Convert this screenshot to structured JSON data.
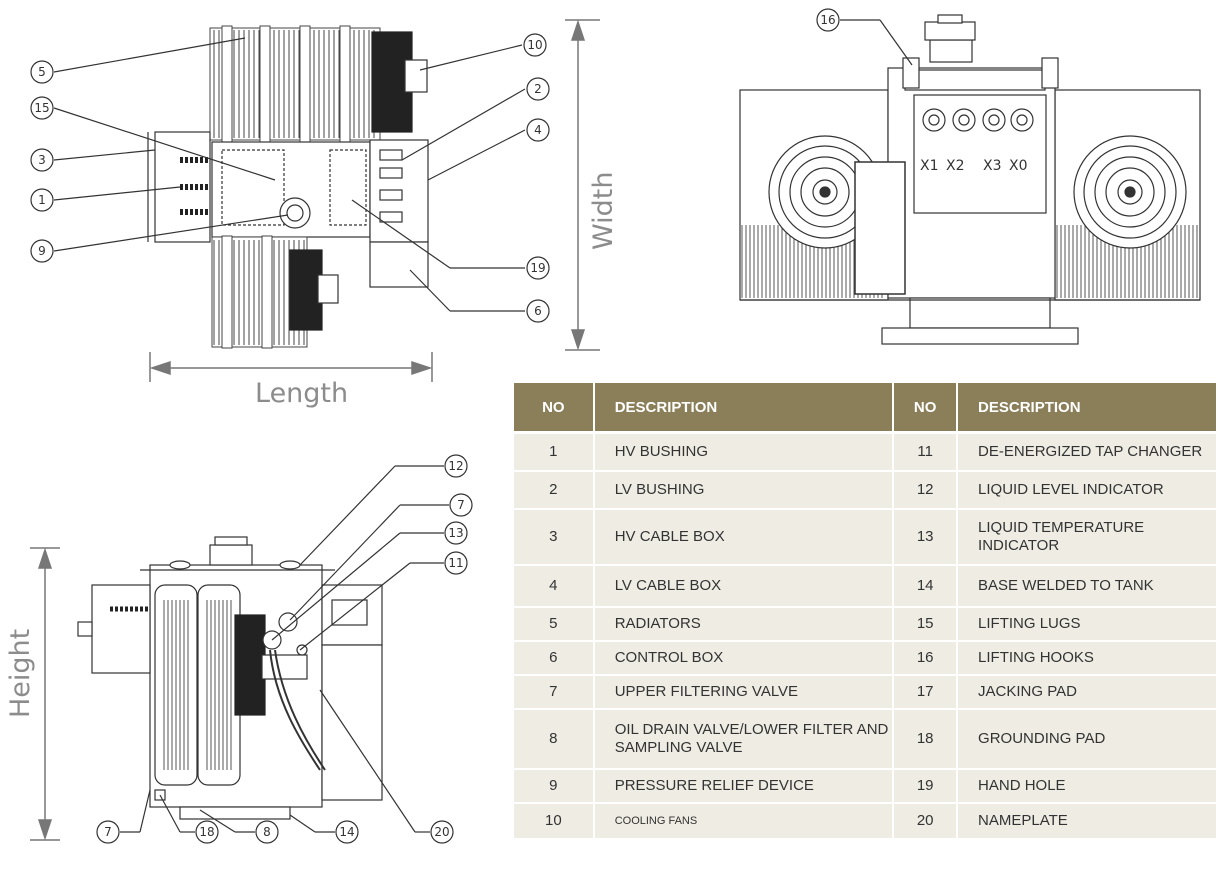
{
  "dimensions": {
    "length": "Length",
    "width": "Width",
    "height": "Height"
  },
  "terminal_labels": [
    "X1",
    "X2",
    "X3",
    "X0"
  ],
  "callouts": {
    "top_view": [
      "5",
      "15",
      "3",
      "1",
      "9",
      "10",
      "2",
      "4",
      "19",
      "6"
    ],
    "side_view": [
      "16"
    ],
    "front_view": [
      "12",
      "7",
      "13",
      "11",
      "7",
      "18",
      "8",
      "14",
      "20"
    ]
  },
  "table": {
    "header": {
      "no": "NO",
      "description": "DESCRIPTION"
    },
    "header_color": "#8b7f5a",
    "row_color": "#efece4",
    "rows": [
      {
        "no1": "1",
        "desc1": "HV BUSHING",
        "no2": "11",
        "desc2": "DE-ENERGIZED TAP CHANGER"
      },
      {
        "no1": "2",
        "desc1": "LV BUSHING",
        "no2": "12",
        "desc2": "LIQUID LEVEL INDICATOR"
      },
      {
        "no1": "3",
        "desc1": "HV CABLE BOX",
        "no2": "13",
        "desc2": "LIQUID TEMPERATURE INDICATOR"
      },
      {
        "no1": "4",
        "desc1": "LV CABLE BOX",
        "no2": "14",
        "desc2": "BASE WELDED TO TANK"
      },
      {
        "no1": "5",
        "desc1": "RADIATORS",
        "no2": "15",
        "desc2": "LIFTING LUGS"
      },
      {
        "no1": "6",
        "desc1": "CONTROL BOX",
        "no2": "16",
        "desc2": "LIFTING HOOKS"
      },
      {
        "no1": "7",
        "desc1": "UPPER FILTERING VALVE",
        "no2": "17",
        "desc2": "JACKING PAD"
      },
      {
        "no1": "8",
        "desc1": "OIL DRAIN VALVE/LOWER FILTER AND SAMPLING VALVE",
        "no2": "18",
        "desc2": "GROUNDING PAD"
      },
      {
        "no1": "9",
        "desc1": "PRESSURE RELIEF DEVICE",
        "no2": "19",
        "desc2": "HAND HOLE"
      },
      {
        "no1": "10",
        "desc1": "COOLING FANS",
        "no2": "20",
        "desc2": "NAMEPLATE"
      }
    ]
  }
}
